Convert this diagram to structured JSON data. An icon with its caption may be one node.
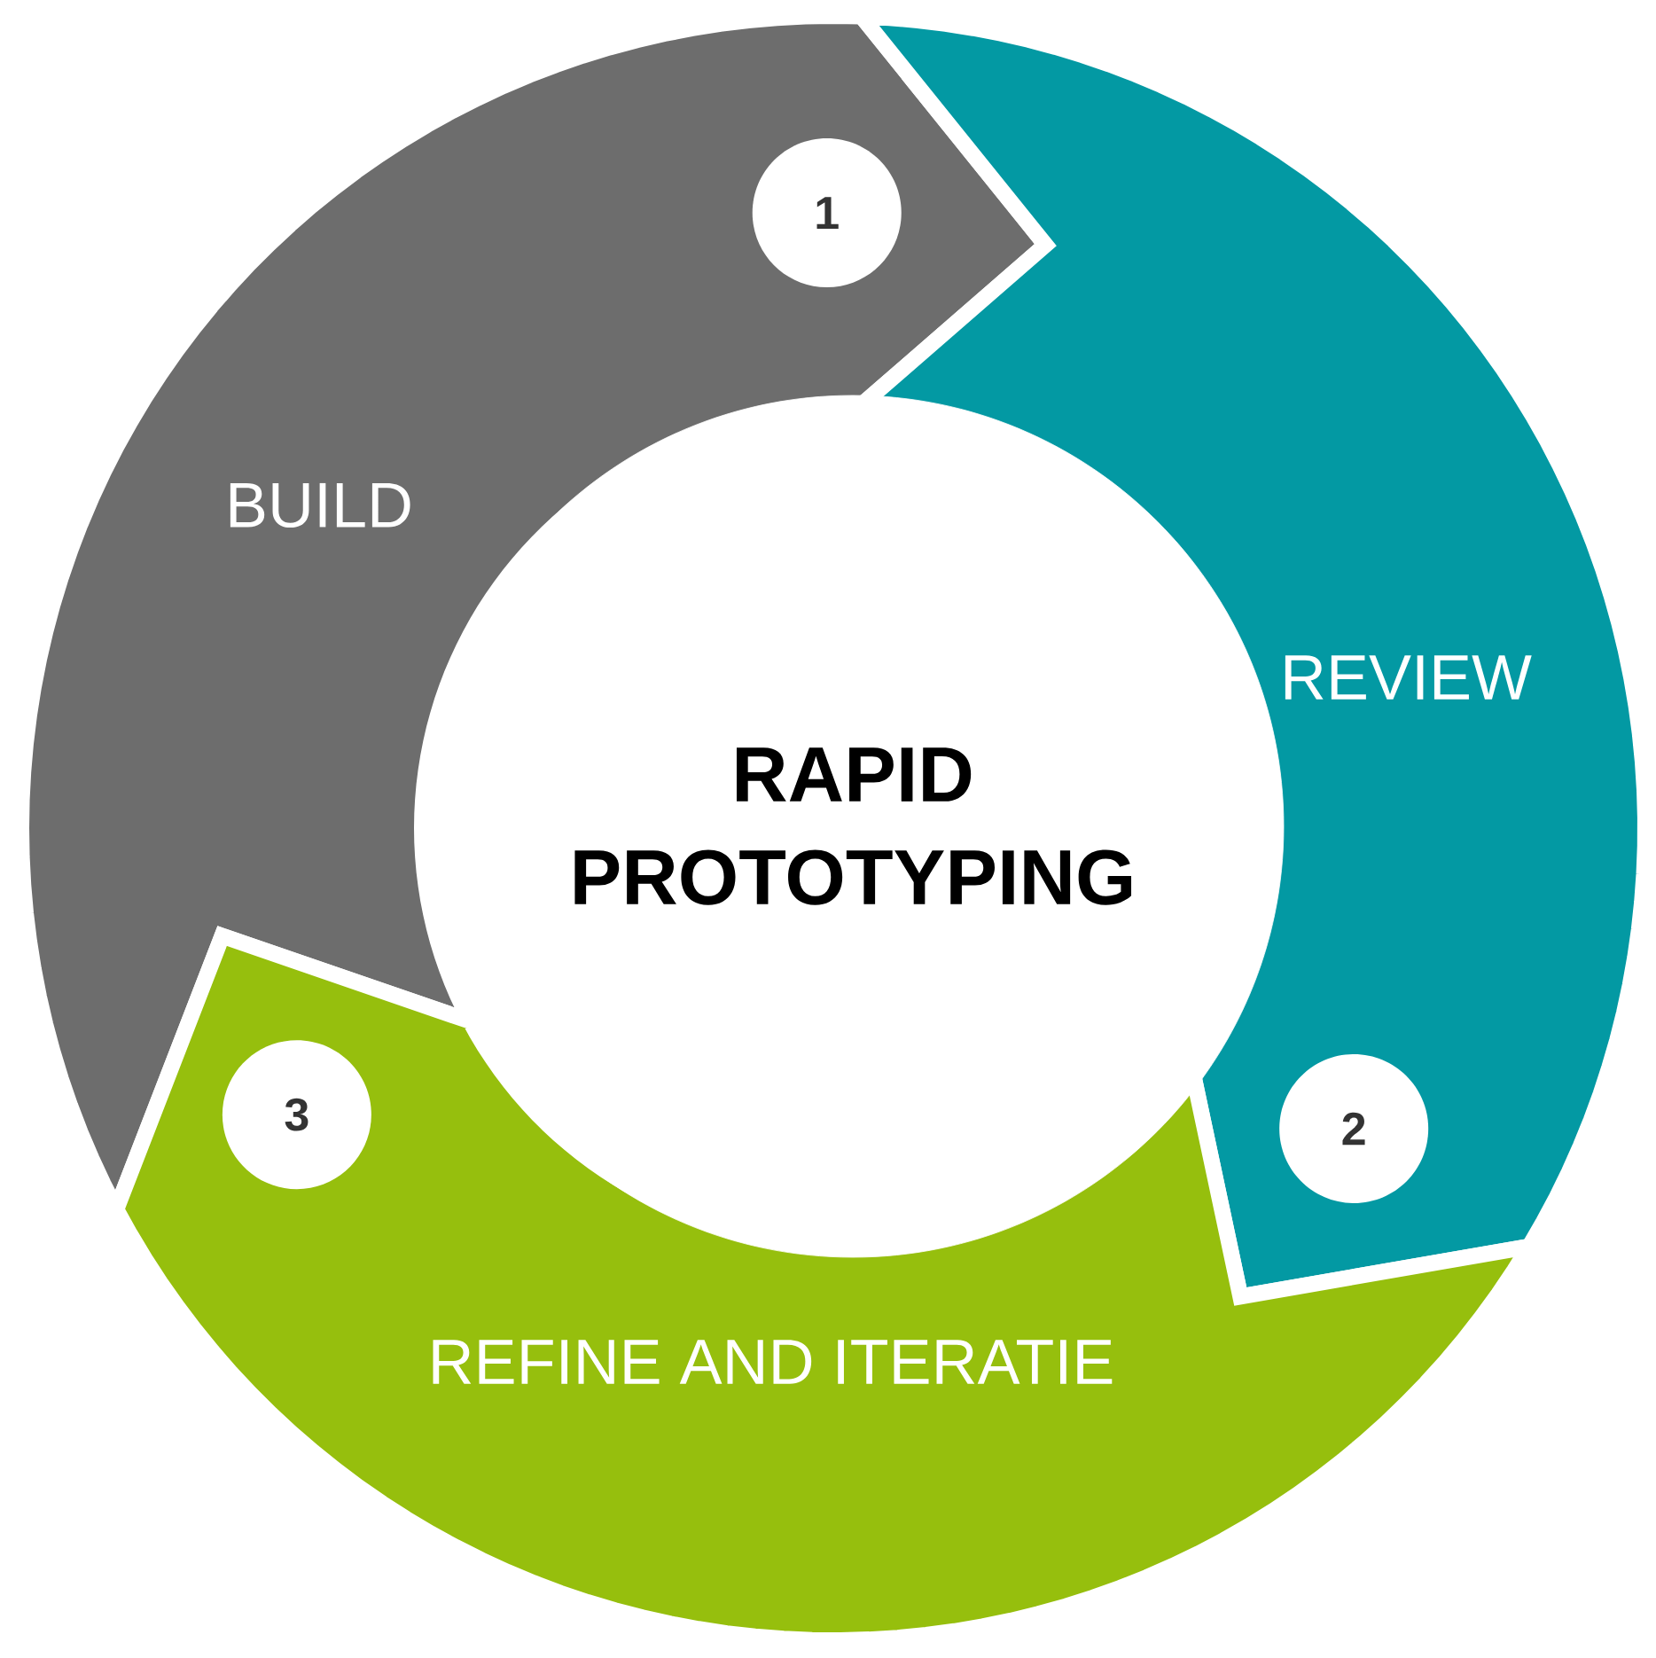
{
  "diagram": {
    "nodes": [
      {
        "text": [
          "BUILD"
        ]
      },
      {
        "text": [
          "1"
        ],
        "in": 0
      },
      {
        "text": [
          "REVIEW"
        ]
      },
      {
        "text": [
          "2"
        ],
        "in": 2
      },
      {
        "text": [
          "RAPID PROTOTYPING"
        ]
      },
      {
        "text": [
          "REFINE AND ITERATIE"
        ]
      },
      {
        "text": [
          "3"
        ],
        "in": 5
      }
    ]
  }
}
